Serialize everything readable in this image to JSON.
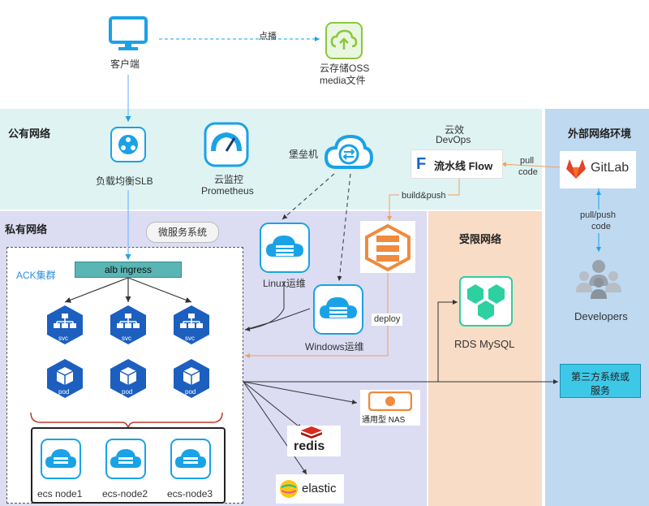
{
  "top": {
    "client_label": "客户端",
    "playback_label": "点播",
    "oss_line1": "云存储OSS",
    "oss_line2": "media文件"
  },
  "zones": {
    "public": "公有网络",
    "private": "私有网络",
    "restricted": "受限网络",
    "external": "外部网络环境"
  },
  "public_net": {
    "slb_label": "负载均衡SLB",
    "monitor_line1": "云监控",
    "monitor_line2": "Prometheus",
    "bastion_label": "堡垒机",
    "devops_line1": "云效",
    "devops_line2": "DevOps",
    "flow_label": "流水线 Flow"
  },
  "private_net": {
    "microservice_label": "微服务系统",
    "ack_label": "ACK集群",
    "ingress_label": "alb ingress",
    "svc_labels": [
      "svc",
      "svc",
      "svc"
    ],
    "pod_labels": [
      "pod",
      "pod",
      "pod"
    ],
    "nodes": [
      "ecs node1",
      "ecs-node2",
      "ecs-node3"
    ],
    "linux_label": "Linux运维",
    "windows_label": "Windows运维",
    "deploy_label": "deploy",
    "build_push_label": "build&push",
    "nas_label": "通用型 NAS",
    "redis_label": "redis",
    "elastic_label": "elastic"
  },
  "restricted_net": {
    "rds_label": "RDS MySQL"
  },
  "external_net": {
    "gitlab_label": "GitLab",
    "pull_code_line1": "pull",
    "pull_code_line2": "code",
    "pullpush_line1": "pull/push",
    "pullpush_line2": "code",
    "developers_label": "Developers",
    "thirdparty_line1": "第三方系统或",
    "thirdparty_line2": "服务"
  },
  "colors": {
    "public_bg": "#dff3f3",
    "private_bg": "#dcdcf3",
    "restricted_bg": "#f8dcc6",
    "external_bg": "#bfd9f0",
    "accent_blue": "#1aa2e6",
    "ingress": "#5ab5b5",
    "svc_blue": "#1c5fbf",
    "orange": "#f0a060",
    "gitlab": "#e2432a"
  }
}
